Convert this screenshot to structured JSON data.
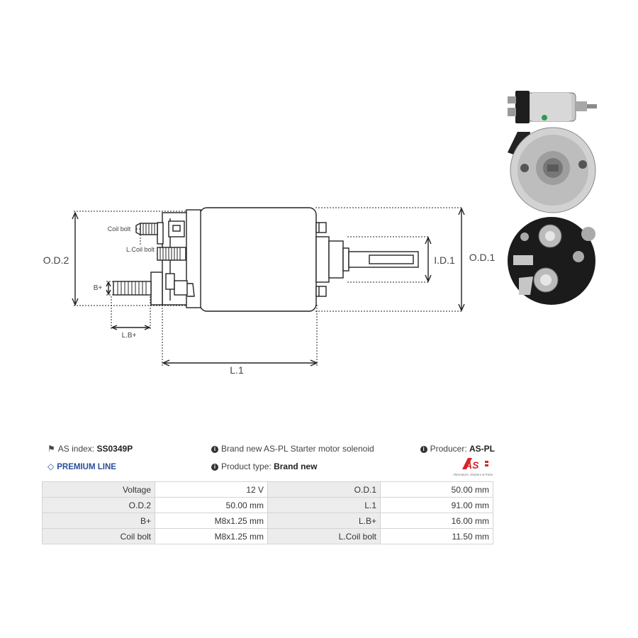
{
  "diagram": {
    "labels": {
      "od2": "O.D.2",
      "od1": "O.D.1",
      "id1": "I.D.1",
      "l1": "L.1",
      "lb_plus": "L.B+",
      "b_plus": "B+",
      "coil_bolt": "Coil bolt",
      "l_coil_bolt": "L.Coil bolt"
    }
  },
  "info": {
    "as_index_label": "AS index:",
    "as_index_value": "SS0349P",
    "premium": "PREMIUM LINE",
    "description": "Brand new AS-PL Starter motor solenoid",
    "product_type_label": "Product type:",
    "product_type_value": "Brand new",
    "producer_label": "Producer:",
    "producer_value": "AS-PL"
  },
  "logo": {
    "mark": "AS",
    "tagline": "Alternators, Starters & Parts"
  },
  "specs": [
    {
      "k1": "Voltage",
      "v1": "12 V",
      "k2": "O.D.1",
      "v2": "50.00 mm"
    },
    {
      "k1": "O.D.2",
      "v1": "50.00 mm",
      "k2": "L.1",
      "v2": "91.00 mm"
    },
    {
      "k1": "B+",
      "v1": "M8x1.25 mm",
      "k2": "L.B+",
      "v2": "16.00 mm"
    },
    {
      "k1": "Coil bolt",
      "v1": "M8x1.25 mm",
      "k2": "L.Coil bolt",
      "v2": "11.50 mm"
    }
  ],
  "colors": {
    "accent_blue": "#2a4f9a",
    "logo_red": "#d8222a",
    "table_key_bg": "#ececec",
    "table_border": "#d4d4d4"
  }
}
